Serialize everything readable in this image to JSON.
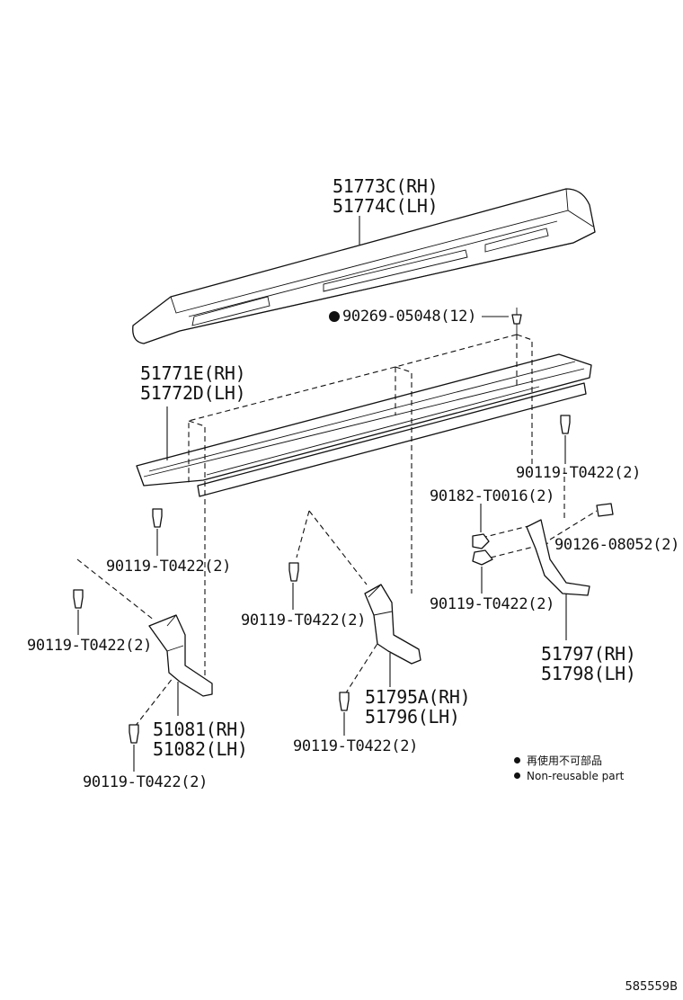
{
  "labels": {
    "step_cover": [
      "51773C(RH)",
      "51774C(LH)"
    ],
    "step_base": [
      "51771E(RH)",
      "51772D(LH)"
    ],
    "clip": "90269-05048(12)",
    "bolt_top_right": "90119-T0422(2)",
    "nut": "90182-T0016(2)",
    "stud": "90126-08052(2)",
    "bolt_mid_right": "90119-T0422(2)",
    "bracket_right": [
      "51797(RH)",
      "51798(LH)"
    ],
    "bolt_upper_left": "90119-T0422(2)",
    "bolt_left": "90119-T0422(2)",
    "bracket_left": [
      "51081(RH)",
      "51082(LH)"
    ],
    "bolt_bottom_left": "90119-T0422(2)",
    "bolt_center": "90119-T0422(2)",
    "bracket_center": [
      "51795A(RH)",
      "51796(LH)"
    ],
    "bolt_bottom_center": "90119-T0422(2)"
  },
  "legend": {
    "line1": "再使用不可部品",
    "line2": "Non-reusable part"
  },
  "drawing_id": "585559B"
}
